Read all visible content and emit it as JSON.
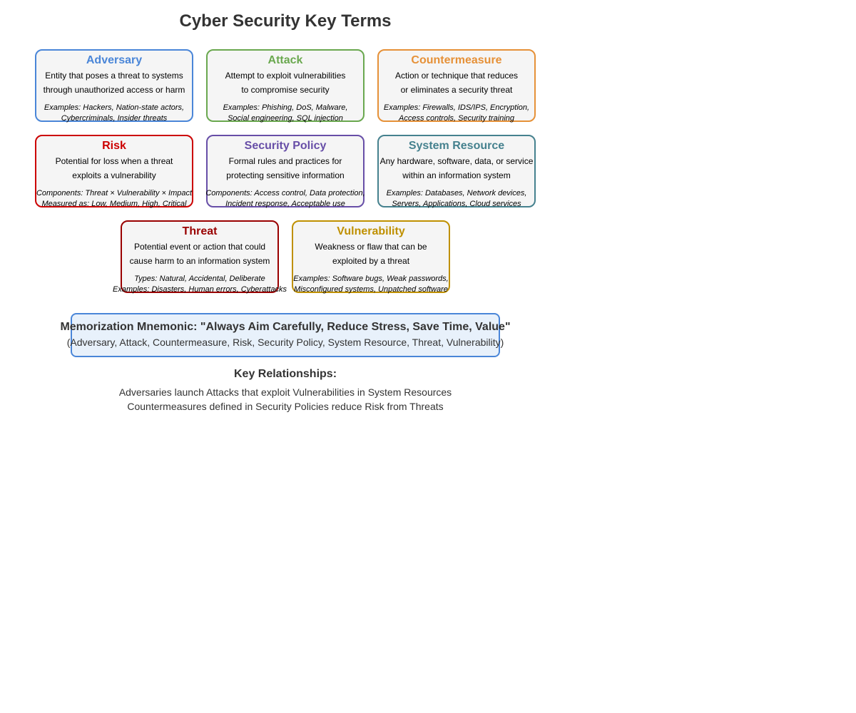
{
  "title": "Cyber Security Key Terms",
  "terms": [
    {
      "id": "adversary",
      "title": "Adversary",
      "color": "#4a86d8",
      "desc": [
        "Entity that poses a threat to systems",
        "through unauthorized access or harm"
      ],
      "examples": [
        "Examples: Hackers, Nation-state actors,",
        "Cybercriminals, Insider threats"
      ]
    },
    {
      "id": "attack",
      "title": "Attack",
      "color": "#6aa84f",
      "desc": [
        "Attempt to exploit vulnerabilities",
        "to compromise security"
      ],
      "examples": [
        "Examples: Phishing, DoS, Malware,",
        "Social engineering, SQL injection"
      ]
    },
    {
      "id": "countermeasure",
      "title": "Countermeasure",
      "color": "#e69138",
      "desc": [
        "Action or technique that reduces",
        "or eliminates a security threat"
      ],
      "examples": [
        "Examples: Firewalls, IDS/IPS, Encryption,",
        "Access controls, Security training"
      ]
    },
    {
      "id": "risk",
      "title": "Risk",
      "color": "#cc0000",
      "desc": [
        "Potential for loss when a threat",
        "exploits a vulnerability"
      ],
      "examples": [
        "Components: Threat × Vulnerability × Impact",
        "Measured as: Low, Medium, High, Critical"
      ]
    },
    {
      "id": "security-policy",
      "title": "Security Policy",
      "color": "#674ea7",
      "desc": [
        "Formal rules and practices for",
        "protecting sensitive information"
      ],
      "examples": [
        "Components: Access control, Data protection,",
        "Incident response, Acceptable use"
      ]
    },
    {
      "id": "system-resource",
      "title": "System Resource",
      "color": "#45818e",
      "desc": [
        "Any hardware, software, data, or service",
        "within an information system"
      ],
      "examples": [
        "Examples: Databases, Network devices,",
        "Servers, Applications, Cloud services"
      ]
    },
    {
      "id": "threat",
      "title": "Threat",
      "color": "#990000",
      "desc": [
        "Potential event or action that could",
        "cause harm to an information system"
      ],
      "examples": [
        "Types: Natural, Accidental, Deliberate",
        "Examples: Disasters, Human errors, Cyberattacks"
      ]
    },
    {
      "id": "vulnerability",
      "title": "Vulnerability",
      "color": "#bf9000",
      "desc": [
        "Weakness or flaw that can be",
        "exploited by a threat"
      ],
      "examples": [
        "Examples: Software bugs, Weak passwords,",
        "Misconfigured systems, Unpatched software"
      ]
    }
  ],
  "mnemonic": {
    "title": "Memorization Mnemonic: \"Always Aim Carefully, Reduce Stress, Save Time, Value\"",
    "subtitle": "(Adversary, Attack, Countermeasure, Risk, Security Policy, System Resource, Threat, Vulnerability)"
  },
  "relationships": {
    "heading": "Key Relationships:",
    "lines": [
      "Adversaries launch Attacks that exploit Vulnerabilities in System Resources",
      "Countermeasures defined in Security Policies reduce Risk from Threats"
    ]
  }
}
